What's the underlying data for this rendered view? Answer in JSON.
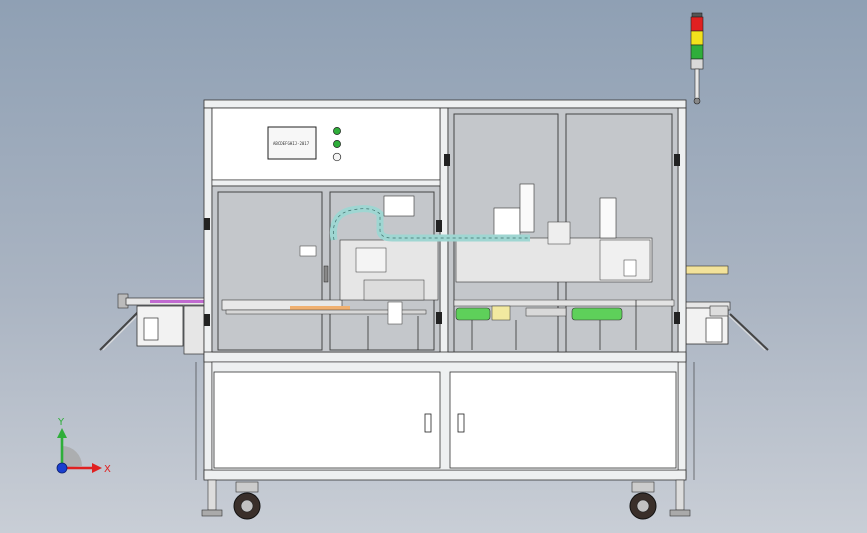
{
  "panel": {
    "hmi_text": "ABCDEFGHIJ-2017"
  },
  "triad": {
    "x_label": "X",
    "y_label": "Y"
  },
  "colors": {
    "frame": "#f2f3f4",
    "frame_stroke": "#3a3a3a",
    "glass": "#c4c7cb",
    "cabinet": "#ffffff",
    "tower_red": "#e02020",
    "tower_yellow": "#f2e21c",
    "tower_green": "#2fae3a",
    "roller_green": "#5ed05a",
    "drag_chain": "#9fd6d2",
    "axis_x": "#e02020",
    "axis_y": "#2fae3a",
    "axis_z": "#1a3fd0"
  },
  "icons": [
    "signal-tower-icon",
    "indicator-lamp-icon",
    "caster-wheel-icon",
    "coordinate-triad-icon"
  ]
}
